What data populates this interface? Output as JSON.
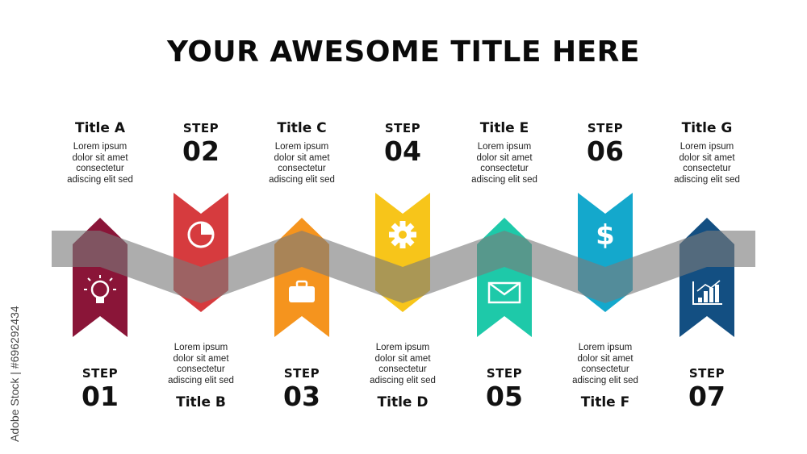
{
  "title": "YOUR AWESOME TITLE HERE",
  "side_text": "Adobe Stock | #696292434",
  "steps": [
    {
      "step_word": "STEP",
      "step_num": "01",
      "title": "Title A",
      "desc": [
        "Lorem ipsum",
        "dolor sit amet",
        "consectetur",
        "adiscing elit sed"
      ],
      "color": "#8a1538",
      "icon": "lightbulb-icon",
      "position": "bottom"
    },
    {
      "step_word": "STEP",
      "step_num": "02",
      "title": "Title B",
      "desc": [
        "Lorem ipsum",
        "dolor sit amet",
        "consectetur",
        "adiscing elit sed"
      ],
      "color": "#d63b3e",
      "icon": "pie-chart-icon",
      "position": "top"
    },
    {
      "step_word": "STEP",
      "step_num": "03",
      "title": "Title C",
      "desc": [
        "Lorem ipsum",
        "dolor sit amet",
        "consectetur",
        "adiscing elit sed"
      ],
      "color": "#f5941e",
      "icon": "briefcase-icon",
      "position": "bottom"
    },
    {
      "step_word": "STEP",
      "step_num": "04",
      "title": "Title D",
      "desc": [
        "Lorem ipsum",
        "dolor sit amet",
        "consectetur",
        "adiscing elit sed"
      ],
      "color": "#f7c51a",
      "icon": "gear-icon",
      "position": "top"
    },
    {
      "step_word": "STEP",
      "step_num": "05",
      "title": "Title E",
      "desc": [
        "Lorem ipsum",
        "dolor sit amet",
        "consectetur",
        "adiscing elit sed"
      ],
      "color": "#1ec9a9",
      "icon": "envelope-icon",
      "position": "bottom"
    },
    {
      "step_word": "STEP",
      "step_num": "06",
      "title": "Title F",
      "desc": [
        "Lorem ipsum",
        "dolor sit amet",
        "consectetur",
        "adiscing elit sed"
      ],
      "color": "#14a8cc",
      "icon": "dollar-icon",
      "position": "top"
    },
    {
      "step_word": "STEP",
      "step_num": "07",
      "title": "Title G",
      "desc": [
        "Lorem ipsum",
        "dolor sit amet",
        "consectetur",
        "adiscing elit sed"
      ],
      "color": "#134f82",
      "icon": "bar-chart-icon",
      "position": "bottom"
    }
  ],
  "band_color": "#7a7a7a"
}
